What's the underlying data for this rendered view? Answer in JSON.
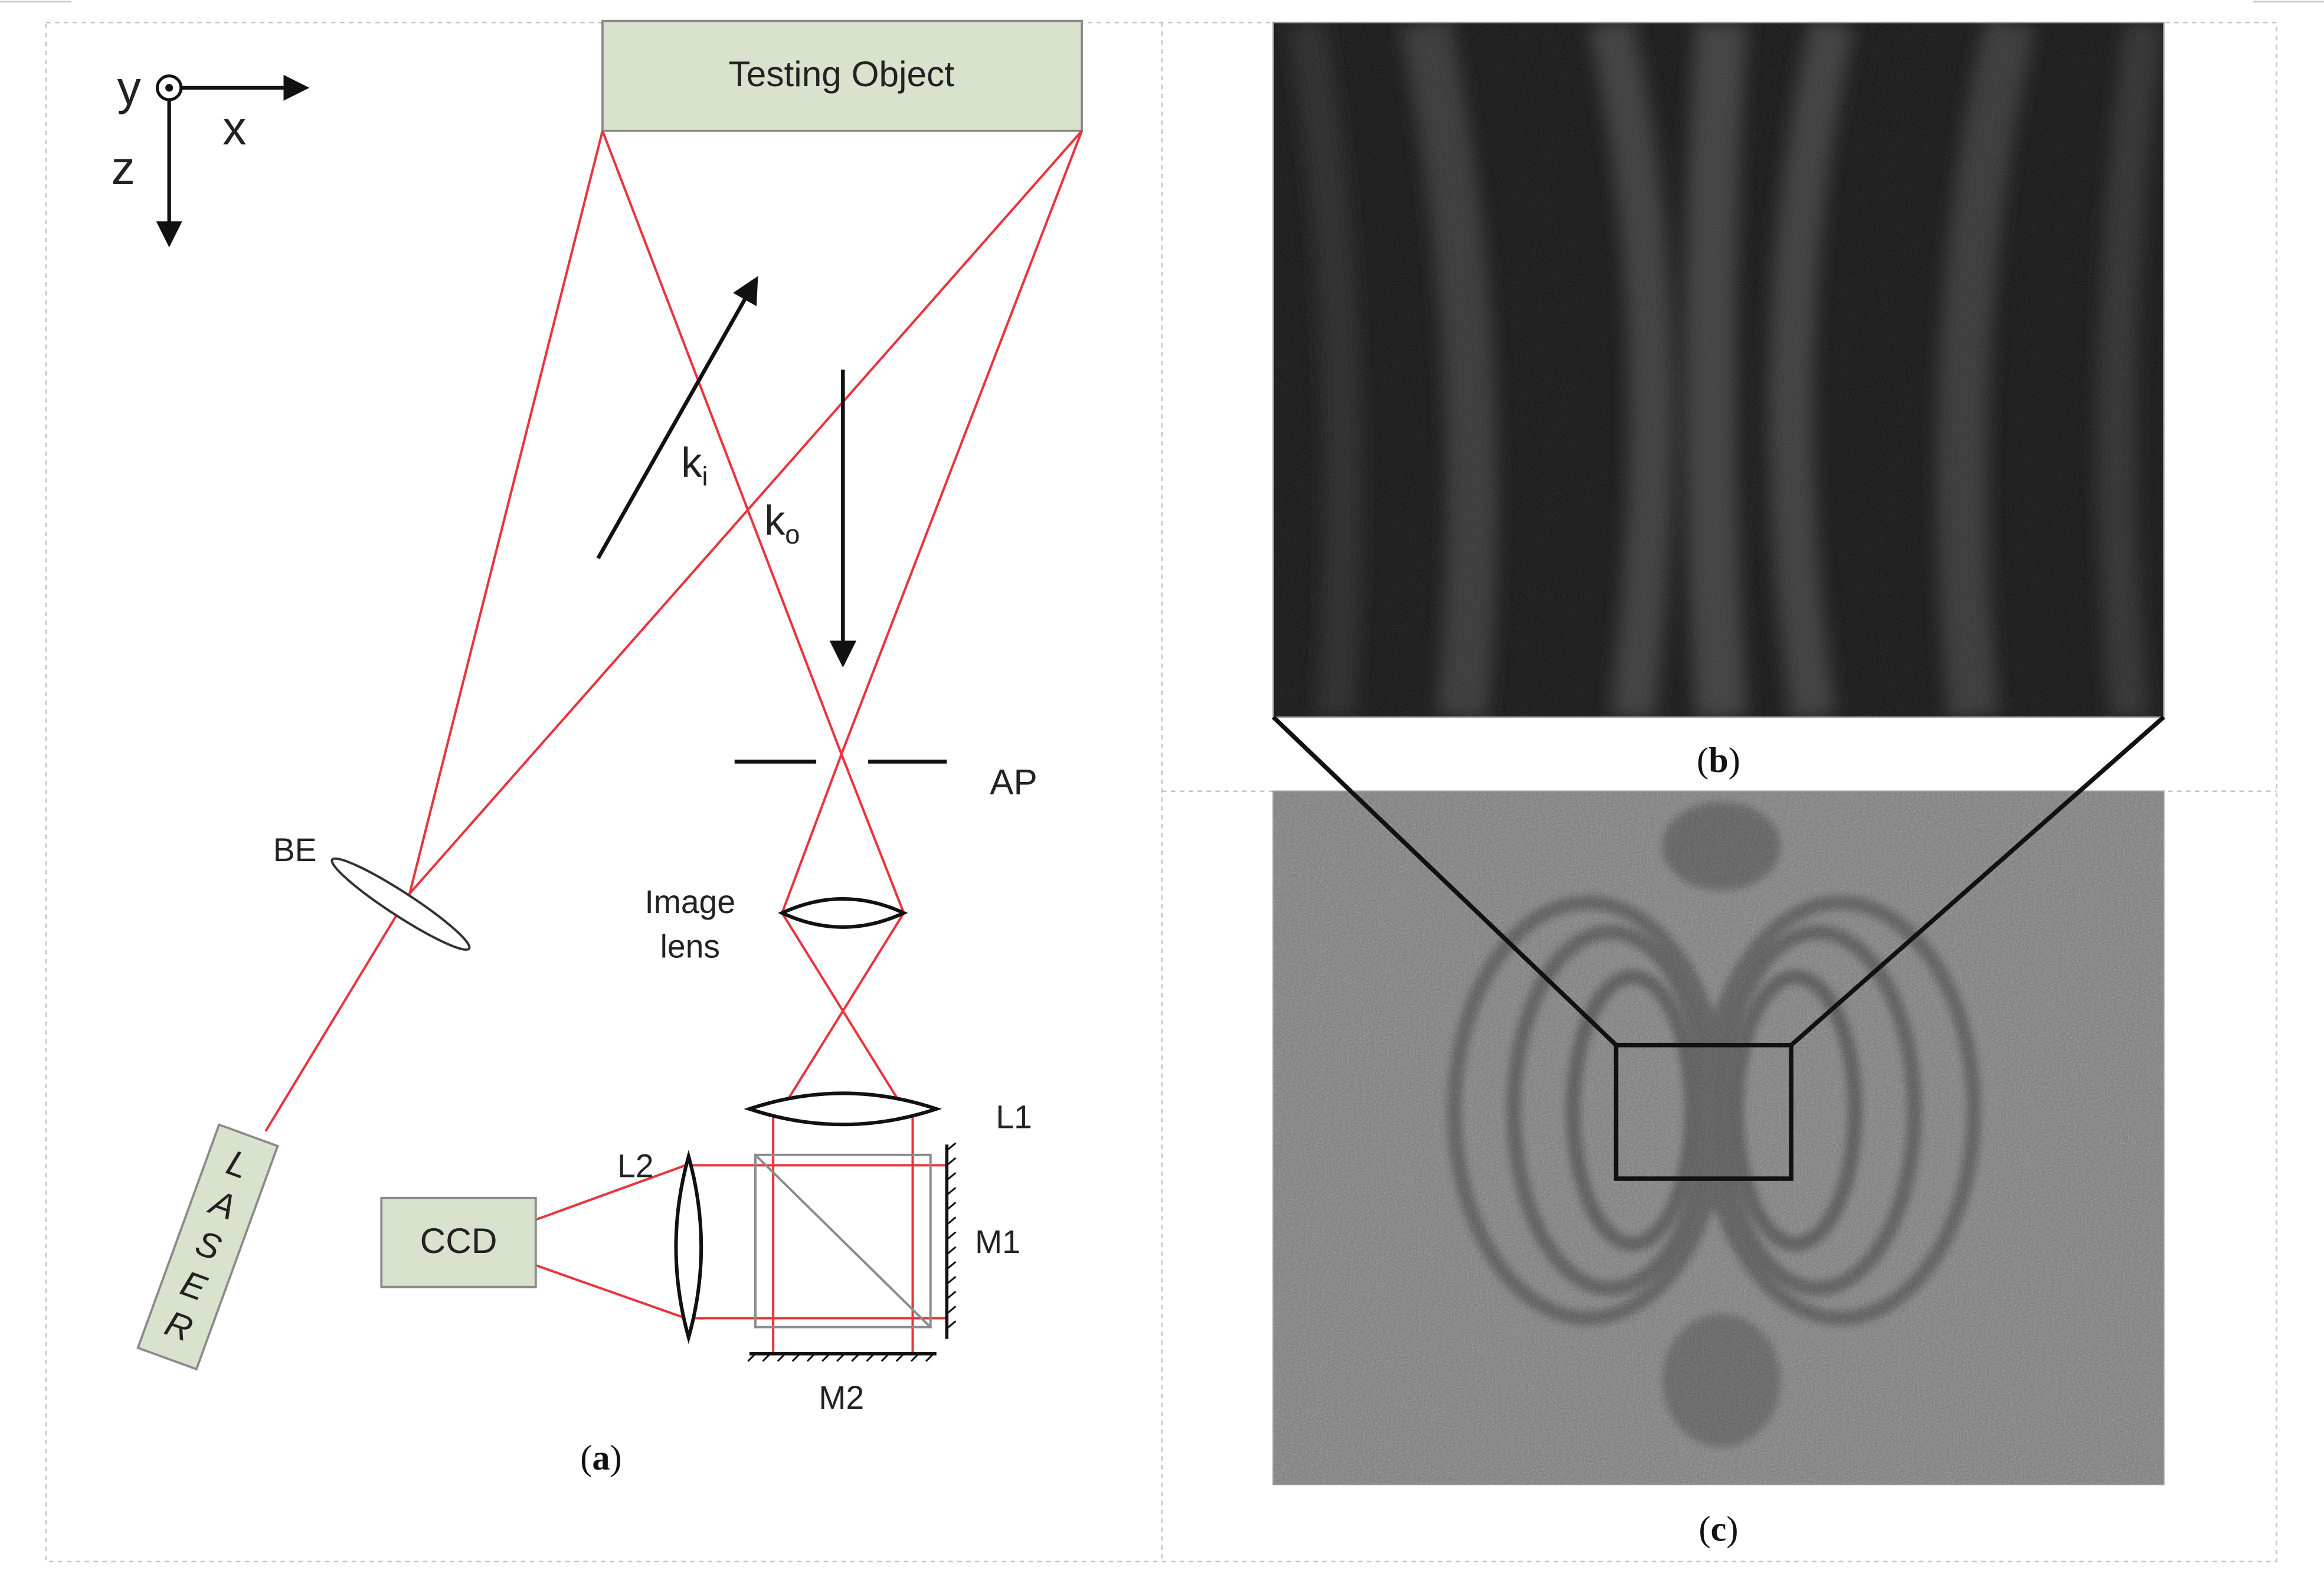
{
  "axes": {
    "y": "y",
    "x": "x",
    "z": "z"
  },
  "components": {
    "testing_object": "Testing Object",
    "ki_base": "k",
    "ki_sub": "i",
    "ko_base": "k",
    "ko_sub": "o",
    "aperture": "AP",
    "beam_expander": "BE",
    "image_lens_line1": "Image",
    "image_lens_line2": "lens",
    "lens1": "L1",
    "lens2": "L2",
    "camera": "CCD",
    "mirror1": "M1",
    "mirror2": "M2",
    "laser_letters": [
      "L",
      "A",
      "S",
      "E",
      "R"
    ]
  },
  "captions": {
    "a": {
      "open": "(",
      "letter": "a",
      "close": ")"
    },
    "b": {
      "open": "(",
      "letter": "b",
      "close": ")"
    },
    "c": {
      "open": "(",
      "letter": "c",
      "close": ")"
    }
  },
  "colors": {
    "beam": "#e8343c",
    "component_fill": "#d9e2cc",
    "component_stroke": "#777777",
    "panel_border": "#bfbfbf",
    "fringe_dark_bg": "#141414",
    "speckle_gray": "#7d7d7d"
  }
}
